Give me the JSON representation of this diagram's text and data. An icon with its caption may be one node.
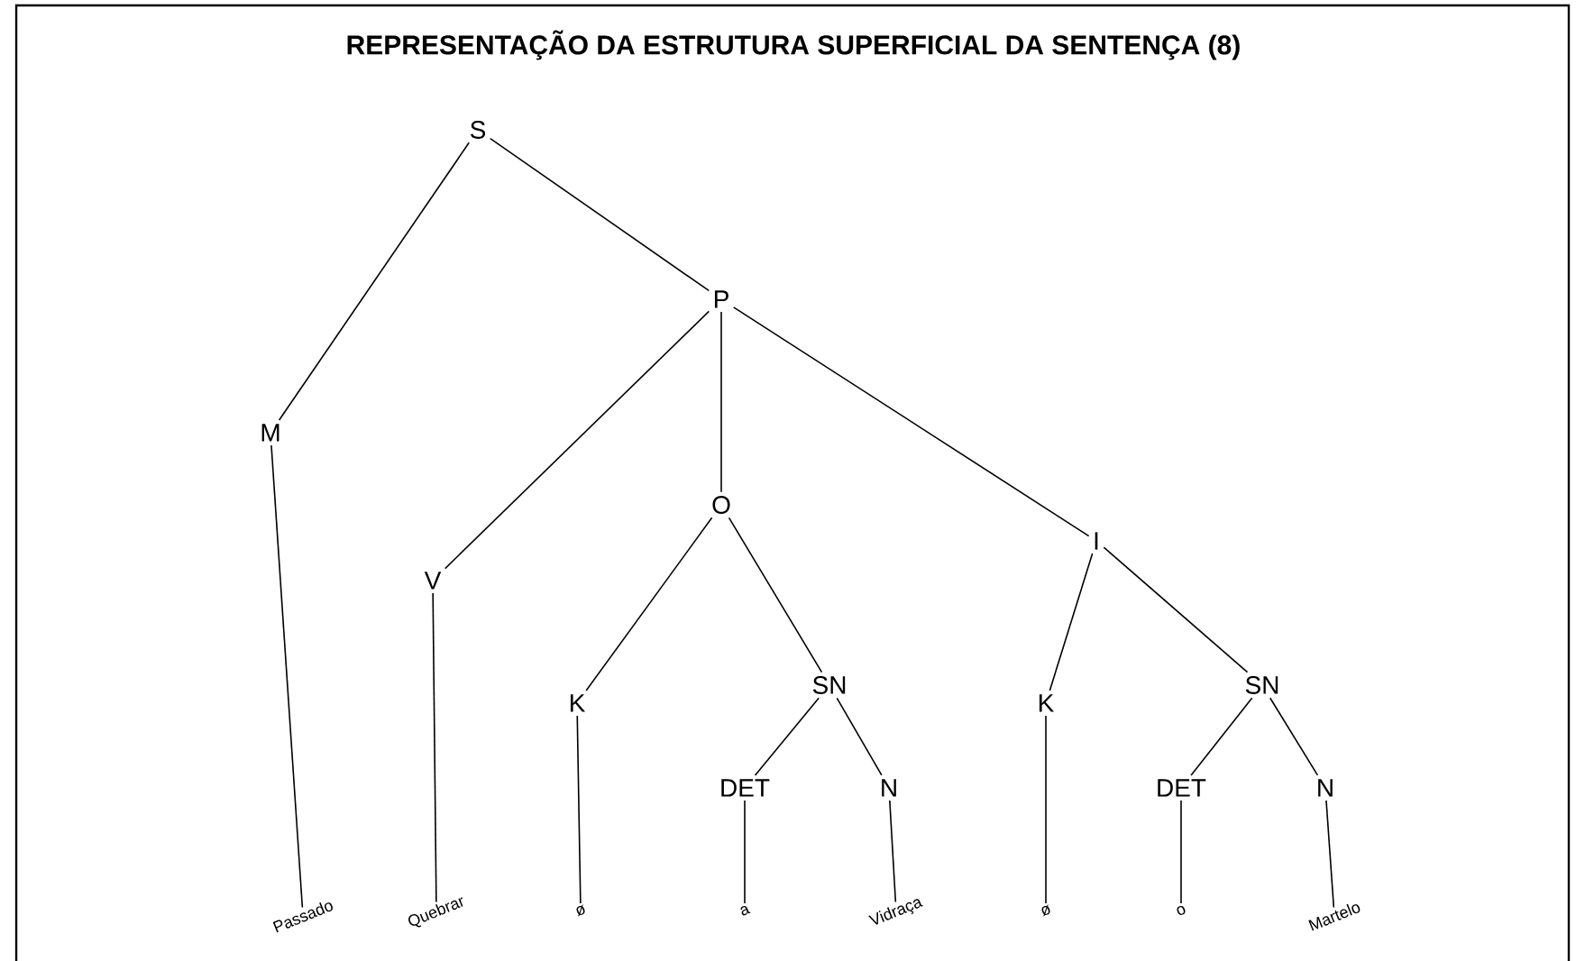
{
  "diagram": {
    "title": "REPRESENTAÇÃO DA ESTRUTURA SUPERFICIAL DA SENTENÇA (8)",
    "nodes": [
      {
        "text": [
          "S"
        ]
      },
      {
        "text": [
          "M"
        ]
      },
      {
        "text": [
          "P"
        ]
      },
      {
        "text": [
          "V"
        ]
      },
      {
        "text": [
          "O"
        ]
      },
      {
        "text": [
          "I"
        ]
      },
      {
        "text": [
          "K"
        ]
      },
      {
        "text": [
          "SN"
        ]
      },
      {
        "text": [
          "DET"
        ]
      },
      {
        "text": [
          "N"
        ]
      },
      {
        "text": [
          "K"
        ]
      },
      {
        "text": [
          "SN"
        ]
      },
      {
        "text": [
          "DET"
        ]
      },
      {
        "text": [
          "N"
        ]
      },
      {
        "text": [
          "Passado"
        ]
      },
      {
        "text": [
          "Quebrar"
        ]
      },
      {
        "text": [
          "ø"
        ]
      },
      {
        "text": [
          "a"
        ]
      },
      {
        "text": [
          "Vidraça"
        ]
      },
      {
        "text": [
          "ø"
        ]
      },
      {
        "text": [
          "o"
        ]
      },
      {
        "text": [
          "Martelo"
        ]
      }
    ],
    "edges": [
      {
        "from": 0,
        "to": 1,
        "arrow": "none"
      },
      {
        "from": 0,
        "to": 2,
        "arrow": "none"
      },
      {
        "from": 2,
        "to": 3,
        "arrow": "none"
      },
      {
        "from": 2,
        "to": 4,
        "arrow": "none"
      },
      {
        "from": 2,
        "to": 5,
        "arrow": "none"
      },
      {
        "from": 4,
        "to": 6,
        "arrow": "none"
      },
      {
        "from": 4,
        "to": 7,
        "arrow": "none"
      },
      {
        "from": 7,
        "to": 8,
        "arrow": "none"
      },
      {
        "from": 7,
        "to": 9,
        "arrow": "none"
      },
      {
        "from": 5,
        "to": 10,
        "arrow": "none"
      },
      {
        "from": 5,
        "to": 11,
        "arrow": "none"
      },
      {
        "from": 11,
        "to": 12,
        "arrow": "none"
      },
      {
        "from": 11,
        "to": 13,
        "arrow": "none"
      },
      {
        "from": 1,
        "to": 14,
        "arrow": "none"
      },
      {
        "from": 3,
        "to": 15,
        "arrow": "none"
      },
      {
        "from": 6,
        "to": 16,
        "arrow": "none"
      },
      {
        "from": 8,
        "to": 17,
        "arrow": "none"
      },
      {
        "from": 9,
        "to": 18,
        "arrow": "none"
      },
      {
        "from": 10,
        "to": 19,
        "arrow": "none"
      },
      {
        "from": 12,
        "to": 20,
        "arrow": "none"
      },
      {
        "from": 13,
        "to": 21,
        "arrow": "none"
      }
    ]
  }
}
